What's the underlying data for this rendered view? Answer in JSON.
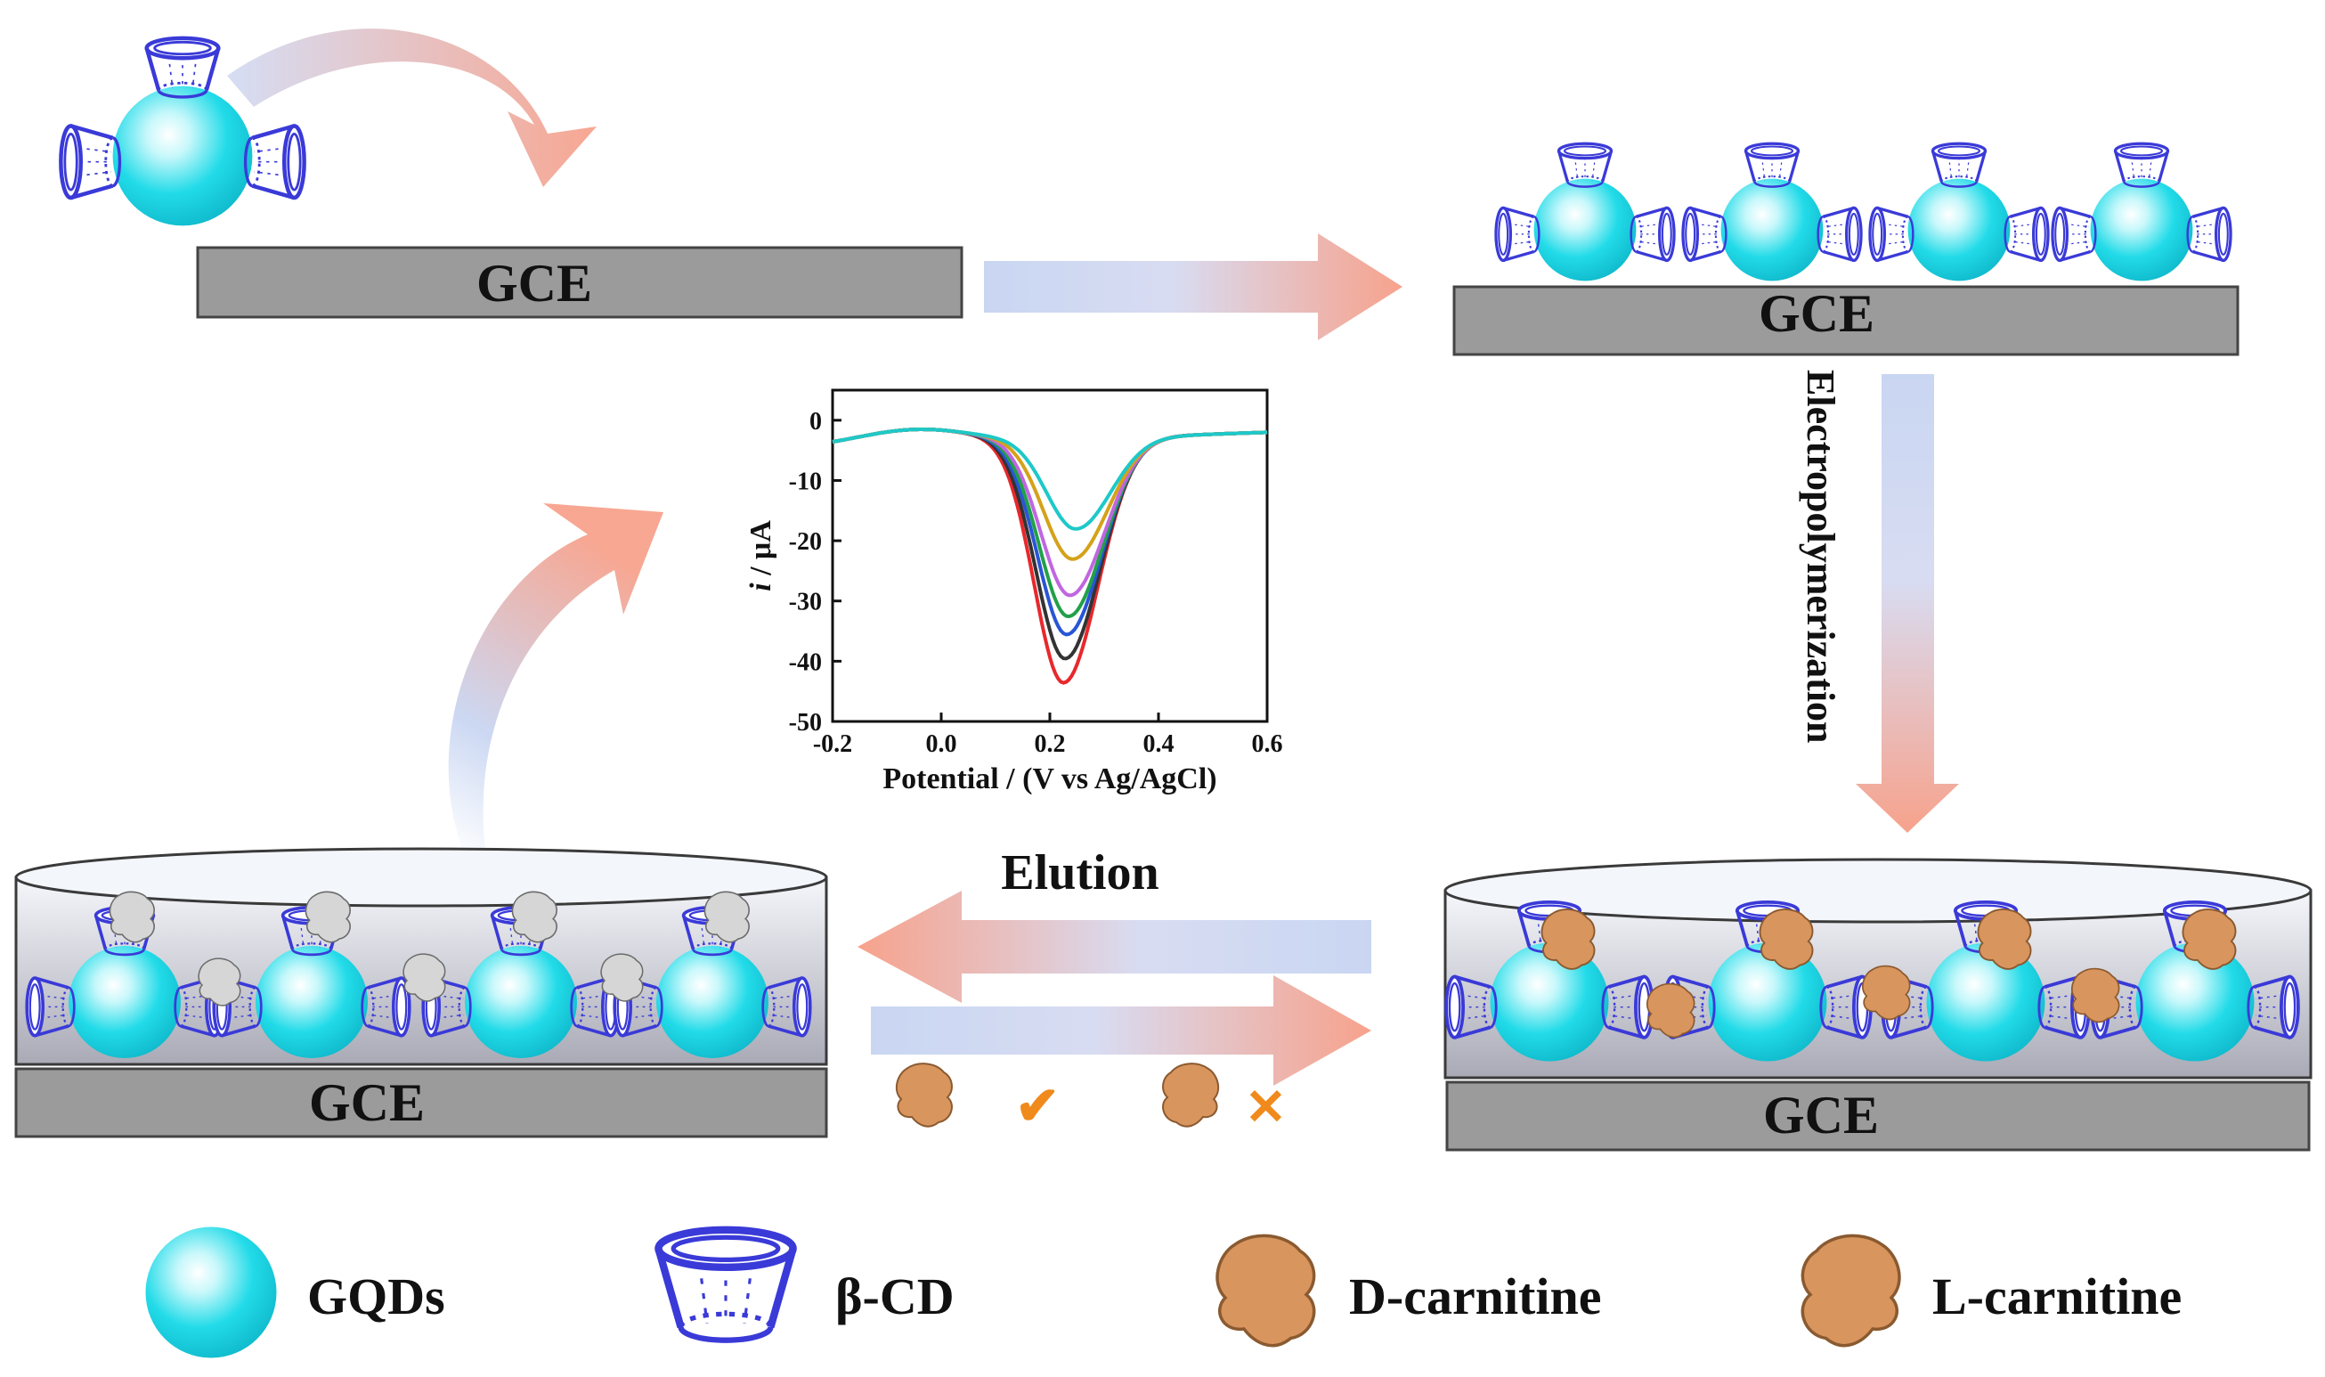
{
  "electrode_label": "GCE",
  "steps": {
    "electropolymerization": "Electropolymerization",
    "elution": "Elution"
  },
  "selectivity": {
    "accepted_mark": "✔",
    "rejected_mark": "✕"
  },
  "legend": [
    {
      "label": "GQDs",
      "icon": "gqd-sphere-icon"
    },
    {
      "label": "β-CD",
      "icon": "beta-cd-cup-icon"
    },
    {
      "label": "D-carnitine",
      "icon": "d-carnitine-icon"
    },
    {
      "label": "L-carnitine",
      "icon": "l-carnitine-icon"
    }
  ],
  "colors": {
    "gqd": "#22dbe8",
    "beta_cd": "#3a3ad8",
    "d_carnitine": "#d9955e",
    "l_carnitine": "#d9955e",
    "template_removed": "#d6d6d6",
    "electrode": "#9b9b9b",
    "arrow_start": "#c9d6f2",
    "arrow_end": "#f7a28c",
    "accept": "#f08a1c",
    "reject": "#f08a1c"
  },
  "chart_data": {
    "type": "line",
    "xlabel": "Potential / (V vs Ag/AgCl)",
    "ylabel_italic": "i",
    "ylabel_rest": " / μA",
    "xlim": [
      -0.2,
      0.6
    ],
    "ylim": [
      -50,
      5
    ],
    "xticks": [
      -0.2,
      0.0,
      0.2,
      0.4,
      0.6
    ],
    "yticks": [
      0,
      -10,
      -20,
      -30,
      -40,
      -50
    ],
    "grid": false,
    "series": [
      {
        "color": "#e8282c",
        "peak_x": 0.225,
        "peak_y": -43.5
      },
      {
        "color": "#333333",
        "peak_x": 0.228,
        "peak_y": -39.5
      },
      {
        "color": "#2955d6",
        "peak_x": 0.231,
        "peak_y": -35.5
      },
      {
        "color": "#22a049",
        "peak_x": 0.234,
        "peak_y": -32.5
      },
      {
        "color": "#c066e0",
        "peak_x": 0.237,
        "peak_y": -29.0
      },
      {
        "color": "#d4a21a",
        "peak_x": 0.242,
        "peak_y": -23.0
      },
      {
        "color": "#1ec8c8",
        "peak_x": 0.248,
        "peak_y": -18.0
      }
    ]
  }
}
